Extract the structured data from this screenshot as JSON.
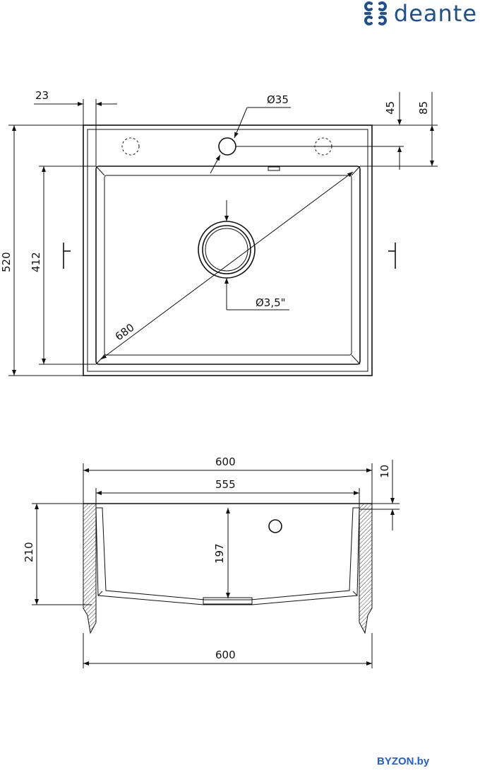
{
  "brand": {
    "name": "deante",
    "color": "#1d4f91"
  },
  "watermark": "BYZON.by",
  "top_view": {
    "dim_left_offset": "23",
    "dim_tap_hole": "Ø35",
    "dim_tap_from_edge": "45",
    "dim_bowl_from_edge": "85",
    "dim_overall_depth": "520",
    "dim_bowl_depth": "412",
    "dim_diagonal": "680",
    "dim_drain": "Ø3,5\""
  },
  "side_view": {
    "dim_width_top": "600",
    "dim_bowl_width": "555",
    "dim_rim": "10",
    "dim_height": "210",
    "dim_bowl_height": "197",
    "dim_width_bottom": "600"
  }
}
